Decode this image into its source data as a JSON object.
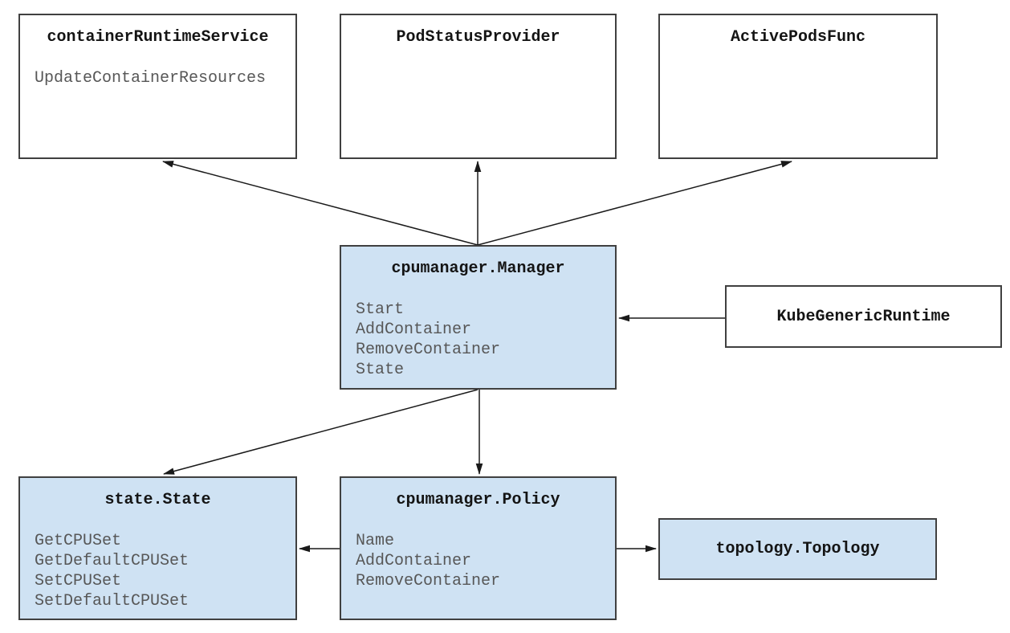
{
  "diagram": {
    "colors": {
      "background": "#ffffff",
      "node_fill_plain": "#ffffff",
      "node_fill_highlight": "#cfe2f3",
      "node_border": "#404040",
      "title_text": "#141414",
      "method_text": "#575757",
      "arrow": "#1a1a1a"
    },
    "nodes": [
      {
        "id": "containerRuntimeService",
        "title": "containerRuntimeService",
        "methods": [
          "UpdateContainerResources"
        ],
        "fill": "plain"
      },
      {
        "id": "PodStatusProvider",
        "title": "PodStatusProvider",
        "methods": [],
        "fill": "plain"
      },
      {
        "id": "ActivePodsFunc",
        "title": "ActivePodsFunc",
        "methods": [],
        "fill": "plain"
      },
      {
        "id": "cpumanager.Manager",
        "title": "cpumanager.Manager",
        "methods": [
          "Start",
          "AddContainer",
          "RemoveContainer",
          "State"
        ],
        "fill": "highlight"
      },
      {
        "id": "KubeGenericRuntime",
        "title": "KubeGenericRuntime",
        "methods": [],
        "fill": "plain"
      },
      {
        "id": "state.State",
        "title": "state.State",
        "methods": [
          "GetCPUSet",
          "GetDefaultCPUSet",
          "SetCPUSet",
          "SetDefaultCPUSet"
        ],
        "fill": "highlight"
      },
      {
        "id": "cpumanager.Policy",
        "title": "cpumanager.Policy",
        "methods": [
          "Name",
          "AddContainer",
          "RemoveContainer"
        ],
        "fill": "highlight"
      },
      {
        "id": "topology.Topology",
        "title": "topology.Topology",
        "methods": [],
        "fill": "highlight"
      }
    ],
    "edges": [
      {
        "from": "cpumanager.Manager",
        "to": "containerRuntimeService"
      },
      {
        "from": "cpumanager.Manager",
        "to": "PodStatusProvider"
      },
      {
        "from": "cpumanager.Manager",
        "to": "ActivePodsFunc"
      },
      {
        "from": "KubeGenericRuntime",
        "to": "cpumanager.Manager"
      },
      {
        "from": "cpumanager.Manager",
        "to": "state.State"
      },
      {
        "from": "cpumanager.Manager",
        "to": "cpumanager.Policy"
      },
      {
        "from": "cpumanager.Policy",
        "to": "state.State"
      },
      {
        "from": "cpumanager.Policy",
        "to": "topology.Topology"
      }
    ]
  }
}
